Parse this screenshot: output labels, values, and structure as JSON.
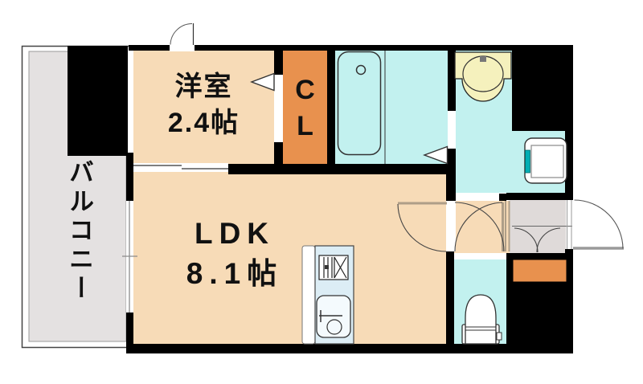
{
  "floorplan": {
    "type": "apartment-floor-plan",
    "rooms": {
      "western_room": {
        "label": "洋室",
        "size": "2.4帖"
      },
      "ldk": {
        "label": "LDK",
        "size": "8.1帖"
      },
      "closet": {
        "line1": "C",
        "line2": "L"
      },
      "balcony": {
        "label": "バルコニー"
      }
    },
    "fixtures": [
      "bathtub",
      "washbasin-vanity",
      "washing-machine-pan",
      "toilet",
      "kitchen-sink",
      "gas-stove",
      "shoe-cabinet",
      "entrance-door",
      "sliding-door",
      "hinged-doors",
      "window"
    ],
    "colors": {
      "room_peach": "#F7DBB7",
      "closet_orange": "#E8914E",
      "wet_area_cyan": "#C2F1EF",
      "kitchen_blue": "#DCEDF5",
      "basin_yellow": "#F5F1BD",
      "balcony_gray": "#E4E1E1",
      "entrance_gray": "#DFDAD9",
      "accent_teal": "#00AEB4",
      "wall_black": "#000000",
      "door_leaf_tan": "#AE9E88"
    }
  }
}
